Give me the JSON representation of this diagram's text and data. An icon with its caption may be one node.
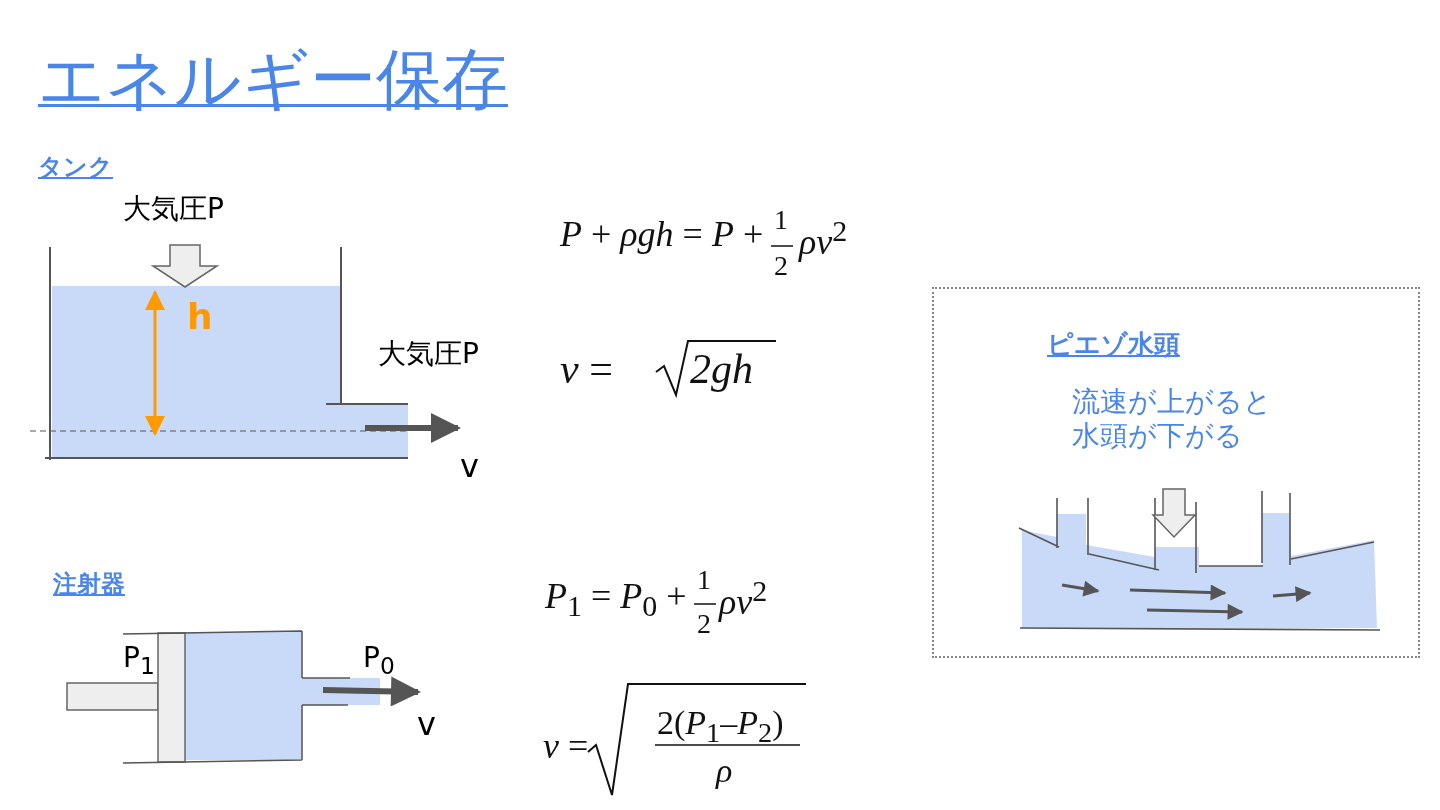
{
  "diagram": {
    "title": "エネルギー保存",
    "nodes": [
      {
        "text": [
          "ピエゾ水頭",
          "流速が上がると水頭が下がる"
        ]
      }
    ],
    "labels": [
      "タンク",
      "大気圧P",
      "*P* + *ρgh* = *P* +",
      "1",
      "2",
      "*ρv*$^{2}$",
      "h",
      "大気圧P",
      "*v* =",
      "2gh",
      "v",
      "注射器",
      "*P*$_{1}$ = *P*$_{0}$ +",
      "1",
      "2",
      "*ρv*$^{2}$",
      "P$_{1}$",
      "P$_{0}$",
      "v",
      "*v* =",
      "2(*P*$_{1}$–*P*$_{2}$)",
      "*ρ*"
    ]
  }
}
